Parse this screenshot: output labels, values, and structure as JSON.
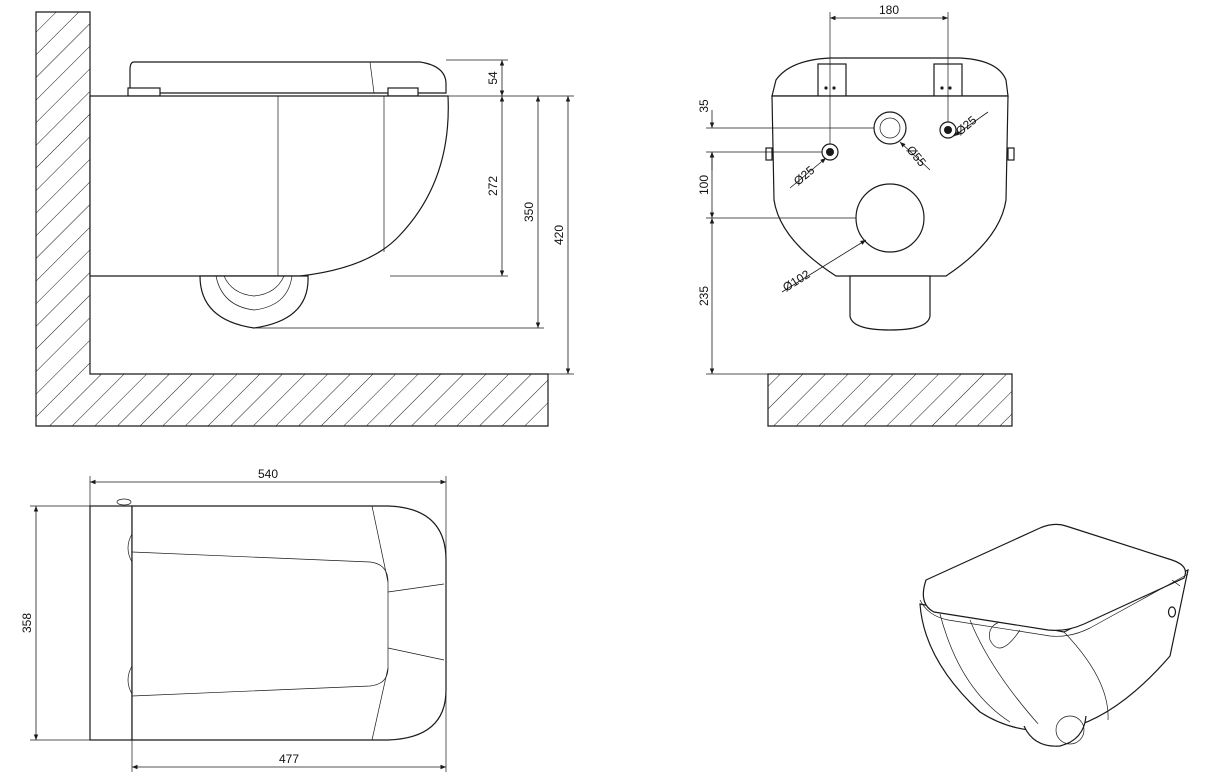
{
  "side_view": {
    "dims": {
      "seat_height": "54",
      "bowl_height": "272",
      "outlet_height": "350",
      "total_height": "420"
    }
  },
  "rear_view": {
    "dims": {
      "bolt_spacing": "180",
      "hole_offset": "35",
      "outlet_offset": "100",
      "outlet_floor_height": "235",
      "bolt_hole_left": "Ø25",
      "water_inlet": "Ø55",
      "bolt_hole_right": "Ø25",
      "waste_outlet": "Ø102"
    }
  },
  "top_view": {
    "dims": {
      "overall_length": "540",
      "width": "358",
      "bowl_length": "477"
    }
  },
  "colors": {
    "line": "#1a1a1a",
    "background": "#ffffff"
  }
}
